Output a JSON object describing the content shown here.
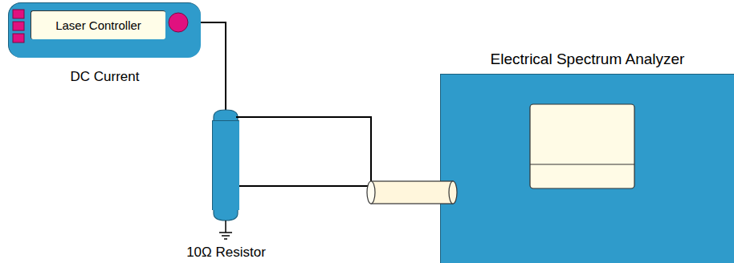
{
  "diagram": {
    "nodes": [
      {
        "text": [
          "DC Current"
        ]
      },
      {
        "text": [
          "Laser Controller"
        ],
        "in": 0
      },
      {
        "text": [
          "Electrical Spectrum Analyzer"
        ]
      },
      {
        "text": [
          "10Ω Resistor"
        ]
      }
    ],
    "edges": [
      {
        "from": 0,
        "to": 3,
        "arrow": "none"
      },
      {
        "from": 3,
        "to": 2,
        "arrow": "none"
      }
    ]
  }
}
